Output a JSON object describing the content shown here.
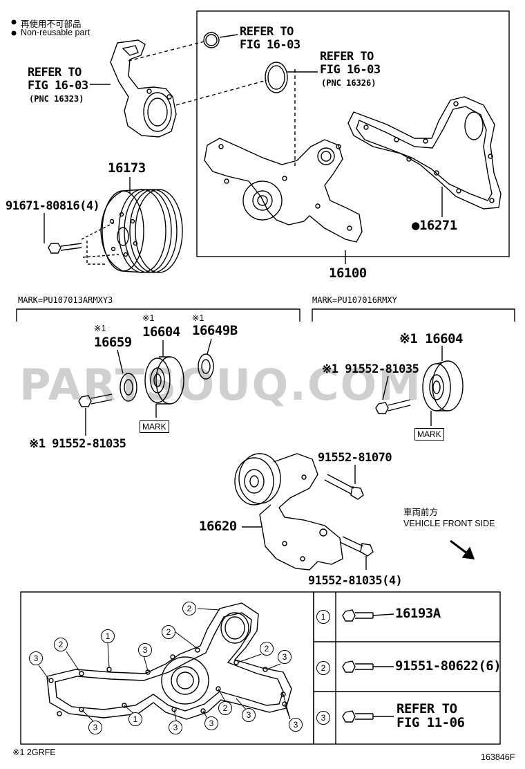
{
  "legend": {
    "jp": "再使用不可部品",
    "en": "Non-reusable part"
  },
  "labels": {
    "refer1_a": "REFER TO",
    "refer1_b": "FIG 16-03",
    "refer2_a": "REFER TO",
    "refer2_b": "FIG 16-03",
    "refer2_c": "(PNC 16326)",
    "refer3_a": "REFER TO",
    "refer3_b": "FIG 16-03",
    "refer3_c": "(PNC 16323)",
    "p16173": "16173",
    "p91671": "91671-80816(4)",
    "p16271": "●16271",
    "p16100": "16100",
    "mark_left": "MARK=PU107013ARMXY3",
    "mark_right": "MARK=PU107016RMXY",
    "note1": "※1",
    "p16659": "16659",
    "p16604_l": "16604",
    "p16649b": "16649B",
    "mark_box": "MARK",
    "p91552_l": "※1 91552-81035",
    "p16604_r": "※1 16604",
    "p91552_r": "※1 91552-81035",
    "p91552_81070": "91552-81070",
    "p16620": "16620",
    "p91552_4": "91552-81035(4)",
    "front_jp": "車両前方",
    "front_en": "VEHICLE FRONT SIDE",
    "t1_part": "16193A",
    "t2_part": "91551-80622(6)",
    "t3_a": "REFER TO",
    "t3_b": "FIG 11-06",
    "footnote": "※1 2GRFE",
    "figcode": "163846F",
    "watermark": "PARTSOUQ.COM"
  },
  "callouts": [
    "1",
    "2",
    "3"
  ],
  "colors": {
    "line": "#000000",
    "watermark": "#cfcfcf",
    "background": "#ffffff"
  }
}
